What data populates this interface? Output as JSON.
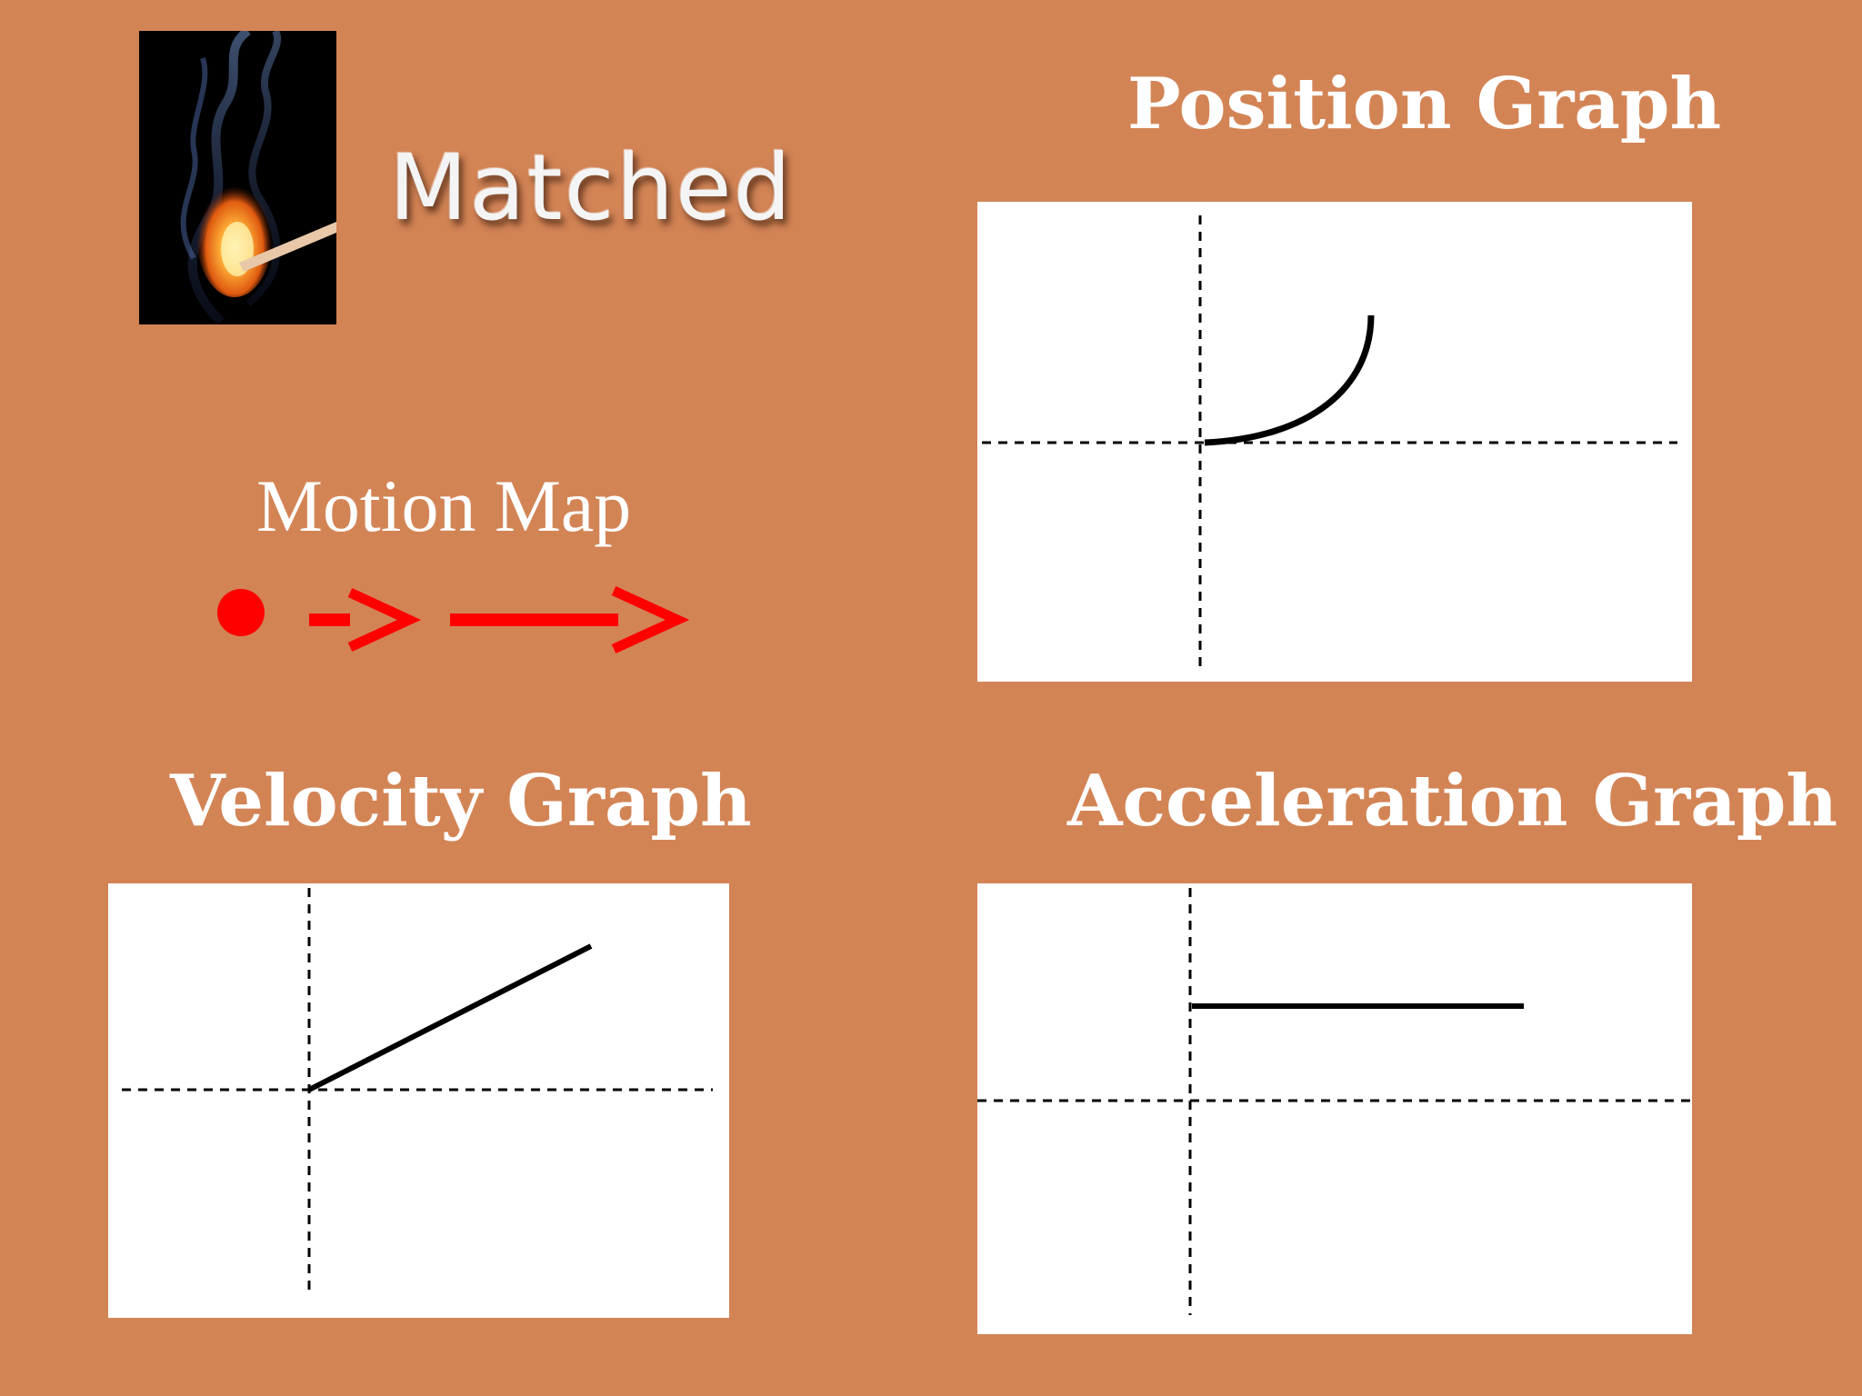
{
  "slide": {
    "heading": "Matched",
    "motion_map_title": "Motion Map",
    "position_graph_title": "Position Graph",
    "velocity_graph_title": "Velocity Graph",
    "acceleration_graph_title": "Acceleration Graph"
  },
  "colors": {
    "background": "#D38455",
    "panel": "#ffffff",
    "curve": "#000000",
    "motion_map": "#ff0000"
  },
  "icons": {
    "photo": "burning-match-image",
    "motion_start": "dot-icon",
    "motion_arrows": "arrow-right-icon"
  },
  "chart_data": [
    {
      "type": "line",
      "title": "Position Graph",
      "description_shape": "concave-up curve starting at origin",
      "x": [
        0,
        0.25,
        0.5,
        0.75,
        1.0
      ],
      "y": [
        0,
        0.0625,
        0.25,
        0.5625,
        1.0
      ],
      "grid": false
    },
    {
      "type": "line",
      "title": "Velocity Graph",
      "description_shape": "straight line with positive slope from origin",
      "x": [
        0,
        1
      ],
      "y": [
        0,
        1
      ],
      "grid": false
    },
    {
      "type": "line",
      "title": "Acceleration Graph",
      "description_shape": "horizontal line above axis",
      "x": [
        0,
        1
      ],
      "y": [
        1,
        1
      ],
      "grid": false
    }
  ]
}
